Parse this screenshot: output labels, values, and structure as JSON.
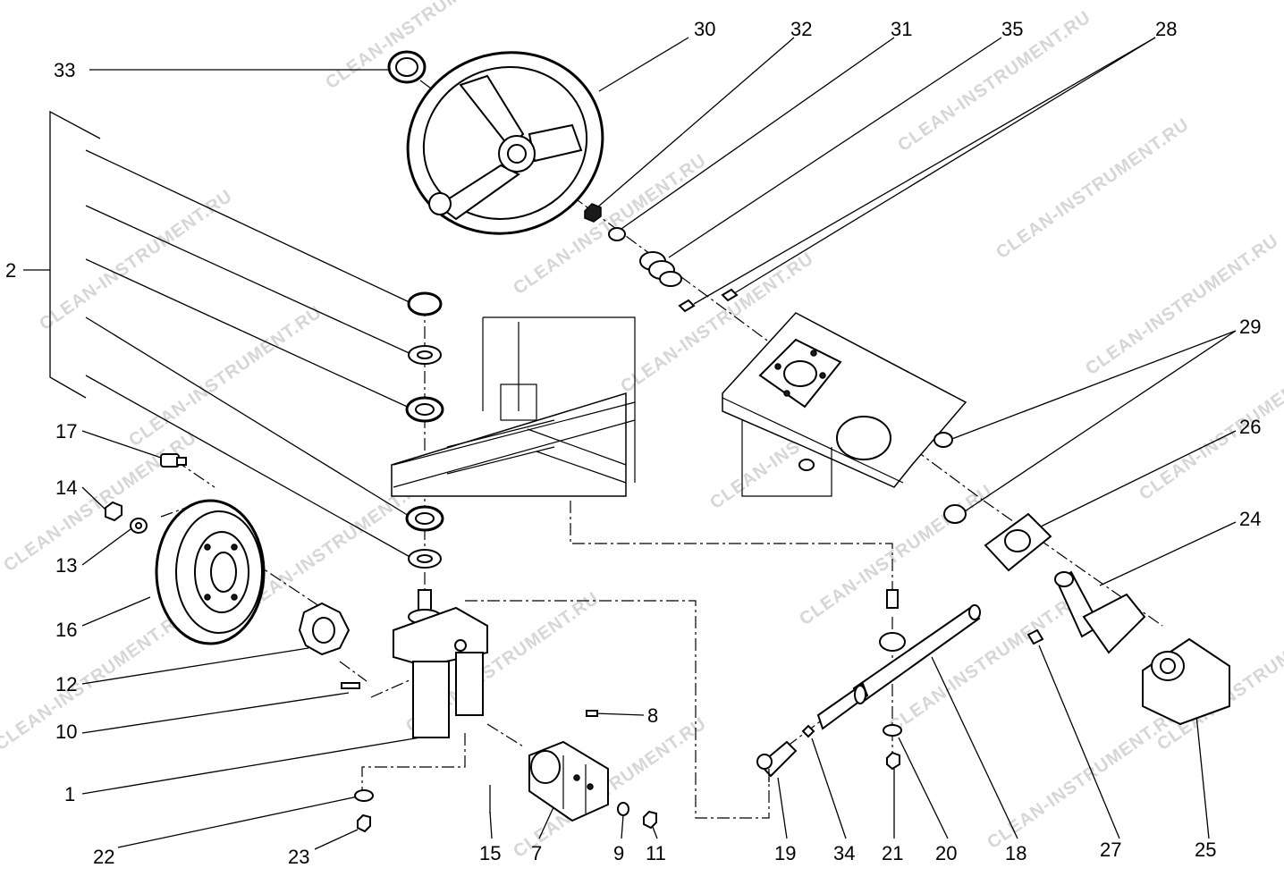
{
  "watermark": "CLEAN-INSTRUMENT.RU",
  "callouts": {
    "n1": "1",
    "n2": "2",
    "n7": "7",
    "n8": "8",
    "n9": "9",
    "n10": "10",
    "n11": "11",
    "n12": "12",
    "n13": "13",
    "n14": "14",
    "n15": "15",
    "n16": "16",
    "n17": "17",
    "n18": "18",
    "n19": "19",
    "n20": "20",
    "n21": "21",
    "n22": "22",
    "n23": "23",
    "n24": "24",
    "n25": "25",
    "n26": "26",
    "n27": "27",
    "n28": "28",
    "n29": "29",
    "n30": "30",
    "n31": "31",
    "n32": "32",
    "n33": "33",
    "n34": "34",
    "n35": "35"
  }
}
